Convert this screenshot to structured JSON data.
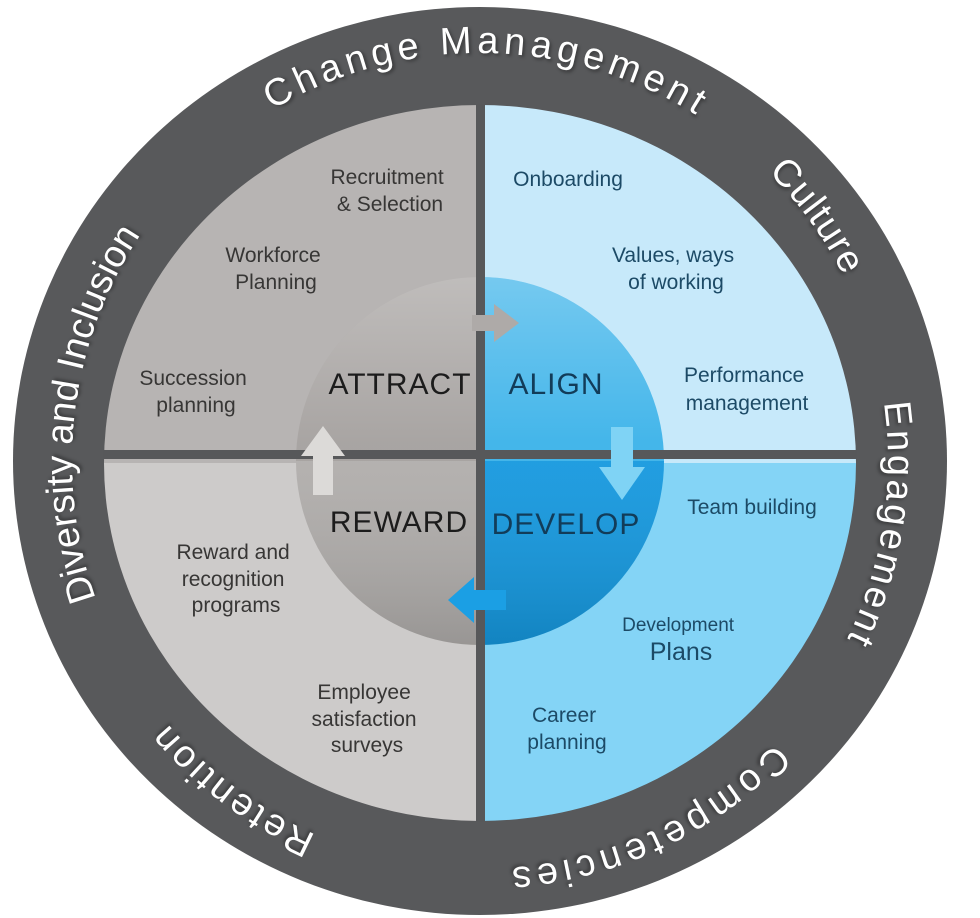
{
  "colors": {
    "background": "#ffffff",
    "ring": "#58595b",
    "ring_label": "#ffffff",
    "divider": "#57585a",
    "quadrant_attract": "#b7b4b3",
    "quadrant_align": "#c7e9fa",
    "quadrant_develop": "#84d4f6",
    "quadrant_reward": "#cdcbca",
    "inner_attract": "#a4a09e",
    "inner_align": "#3ab2e9",
    "inner_develop": "#1599e0",
    "inner_reward": "#b1aeac",
    "arrow_attract_to_align": "#aeaaa8",
    "arrow_align_to_develop": "#7fd3f5",
    "arrow_develop_to_reward": "#1b9fe4",
    "arrow_reward_to_attract": "#dcdad8",
    "text_gray": "#373635",
    "text_gray_heading": "#1c1c1c",
    "text_blue": "#1c4a66",
    "text_blue_heading": "#123c59"
  },
  "ring": {
    "labels": {
      "change_management": "Change Management",
      "culture": "Culture",
      "engagement": "Engagement",
      "competencies": "Competencies",
      "retention": "Retention",
      "diversity_inclusion": "Diversity and Inclusion"
    }
  },
  "quadrants": {
    "attract": {
      "label": "ATTRACT",
      "items": [
        {
          "lines": [
            "Recruitment",
            "& Selection"
          ]
        },
        {
          "lines": [
            "Workforce",
            "Planning"
          ]
        },
        {
          "lines": [
            "Succession",
            "planning"
          ]
        }
      ]
    },
    "align": {
      "label": "ALIGN",
      "items": [
        {
          "lines": [
            "Onboarding"
          ]
        },
        {
          "lines": [
            "Values, ways",
            "of working"
          ]
        },
        {
          "lines": [
            "Performance",
            "management"
          ]
        }
      ]
    },
    "develop": {
      "label": "DEVELOP",
      "items": [
        {
          "lines": [
            "Team building"
          ]
        },
        {
          "lines": [
            "Development",
            "Plans"
          ]
        },
        {
          "lines": [
            "Career",
            "planning"
          ]
        }
      ]
    },
    "reward": {
      "label": "REWARD",
      "items": [
        {
          "lines": [
            "Reward and",
            "recognition",
            "programs"
          ]
        },
        {
          "lines": [
            "Employee",
            "satisfaction",
            "surveys"
          ]
        }
      ]
    }
  }
}
